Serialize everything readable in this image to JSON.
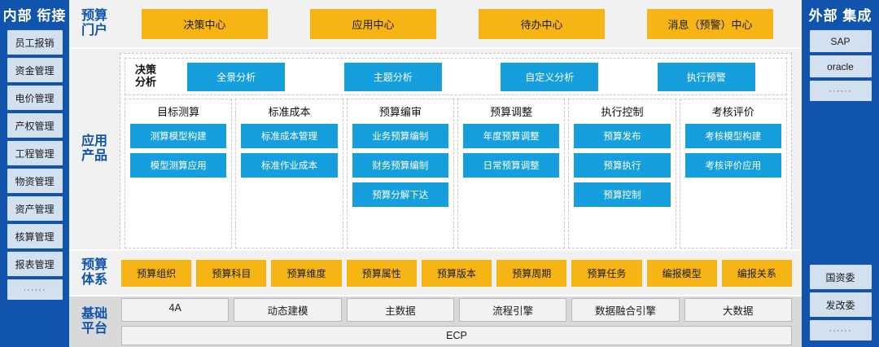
{
  "left_rail": {
    "title": "内部\n衔接",
    "items": [
      {
        "label": "员工报销"
      },
      {
        "label": "资金管理"
      },
      {
        "label": "电价管理"
      },
      {
        "label": "产权管理"
      },
      {
        "label": "工程管理"
      },
      {
        "label": "物资管理"
      },
      {
        "label": "资产管理"
      },
      {
        "label": "核算管理"
      },
      {
        "label": "报表管理"
      },
      {
        "label": "······"
      }
    ]
  },
  "right_rail": {
    "title": "外部\n集成",
    "top_items": [
      {
        "label": "SAP"
      },
      {
        "label": "oracle"
      },
      {
        "label": "······"
      }
    ],
    "bottom_items": [
      {
        "label": "国资委"
      },
      {
        "label": "发改委"
      },
      {
        "label": "······"
      }
    ]
  },
  "portal": {
    "label": "预算\n门户",
    "items": [
      {
        "label": "决策中心"
      },
      {
        "label": "应用中心"
      },
      {
        "label": "待办中心"
      },
      {
        "label": "消息（预警）中心"
      }
    ]
  },
  "apps": {
    "label": "应用\n产品",
    "decision": {
      "label": "决策\n分析",
      "items": [
        {
          "label": "全景分析"
        },
        {
          "label": "主题分析"
        },
        {
          "label": "自定义分析"
        },
        {
          "label": "执行预警"
        }
      ]
    },
    "columns": [
      {
        "title": "目标测算",
        "items": [
          "测算模型构建",
          "模型测算应用"
        ]
      },
      {
        "title": "标准成本",
        "items": [
          "标准成本管理",
          "标准作业成本"
        ]
      },
      {
        "title": "预算编审",
        "items": [
          "业务预算编制",
          "财务预算编制",
          "预算分解下达"
        ]
      },
      {
        "title": "预算调整",
        "items": [
          "年度预算调整",
          "日常预算调整"
        ]
      },
      {
        "title": "执行控制",
        "items": [
          "预算发布",
          "预算执行",
          "预算控制"
        ]
      },
      {
        "title": "考核评价",
        "items": [
          "考核模型构建",
          "考核评价应用"
        ]
      }
    ]
  },
  "system": {
    "label": "预算\n体系",
    "items": [
      {
        "label": "预算组织"
      },
      {
        "label": "预算科目"
      },
      {
        "label": "预算维度"
      },
      {
        "label": "预算属性"
      },
      {
        "label": "预算版本"
      },
      {
        "label": "预算周期"
      },
      {
        "label": "预算任务"
      },
      {
        "label": "编报模型"
      },
      {
        "label": "编报关系"
      }
    ]
  },
  "platform": {
    "label": "基础\n平台",
    "items": [
      {
        "label": "4A"
      },
      {
        "label": "动态建模"
      },
      {
        "label": "主数据"
      },
      {
        "label": "流程引擎"
      },
      {
        "label": "数据融合引擎"
      },
      {
        "label": "大数据"
      }
    ],
    "base": {
      "label": "ECP"
    }
  },
  "colors": {
    "rail_blue": "#1054ad",
    "amber": "#f6b515",
    "blue": "#159fdc",
    "band_bg": "#f1f1f1",
    "platform_bg": "#d9d9d9"
  }
}
